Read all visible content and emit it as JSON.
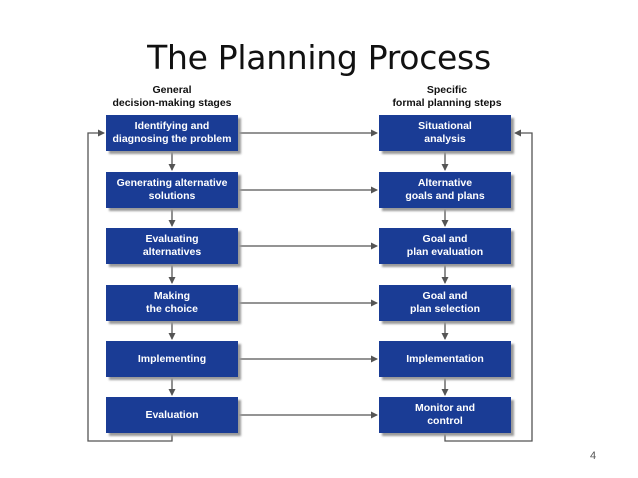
{
  "title": "The Planning Process",
  "left_column": {
    "heading": [
      "General",
      "decision-making stages"
    ],
    "steps": [
      "Identifying and\ndiagnosing the problem",
      "Generating alternative\nsolutions",
      "Evaluating\nalternatives",
      "Making\nthe choice",
      "Implementing",
      "Evaluation"
    ]
  },
  "right_column": {
    "heading": [
      "Specific",
      "formal planning steps"
    ],
    "steps": [
      "Situational\nanalysis",
      "Alternative\ngoals and plans",
      "Goal and\nplan evaluation",
      "Goal and\nplan selection",
      "Implementation",
      "Monitor and\ncontrol"
    ]
  },
  "colors": {
    "box_fill": "#1a3c95",
    "box_text": "#ffffff",
    "connector": "#555555"
  },
  "page_number": "4"
}
